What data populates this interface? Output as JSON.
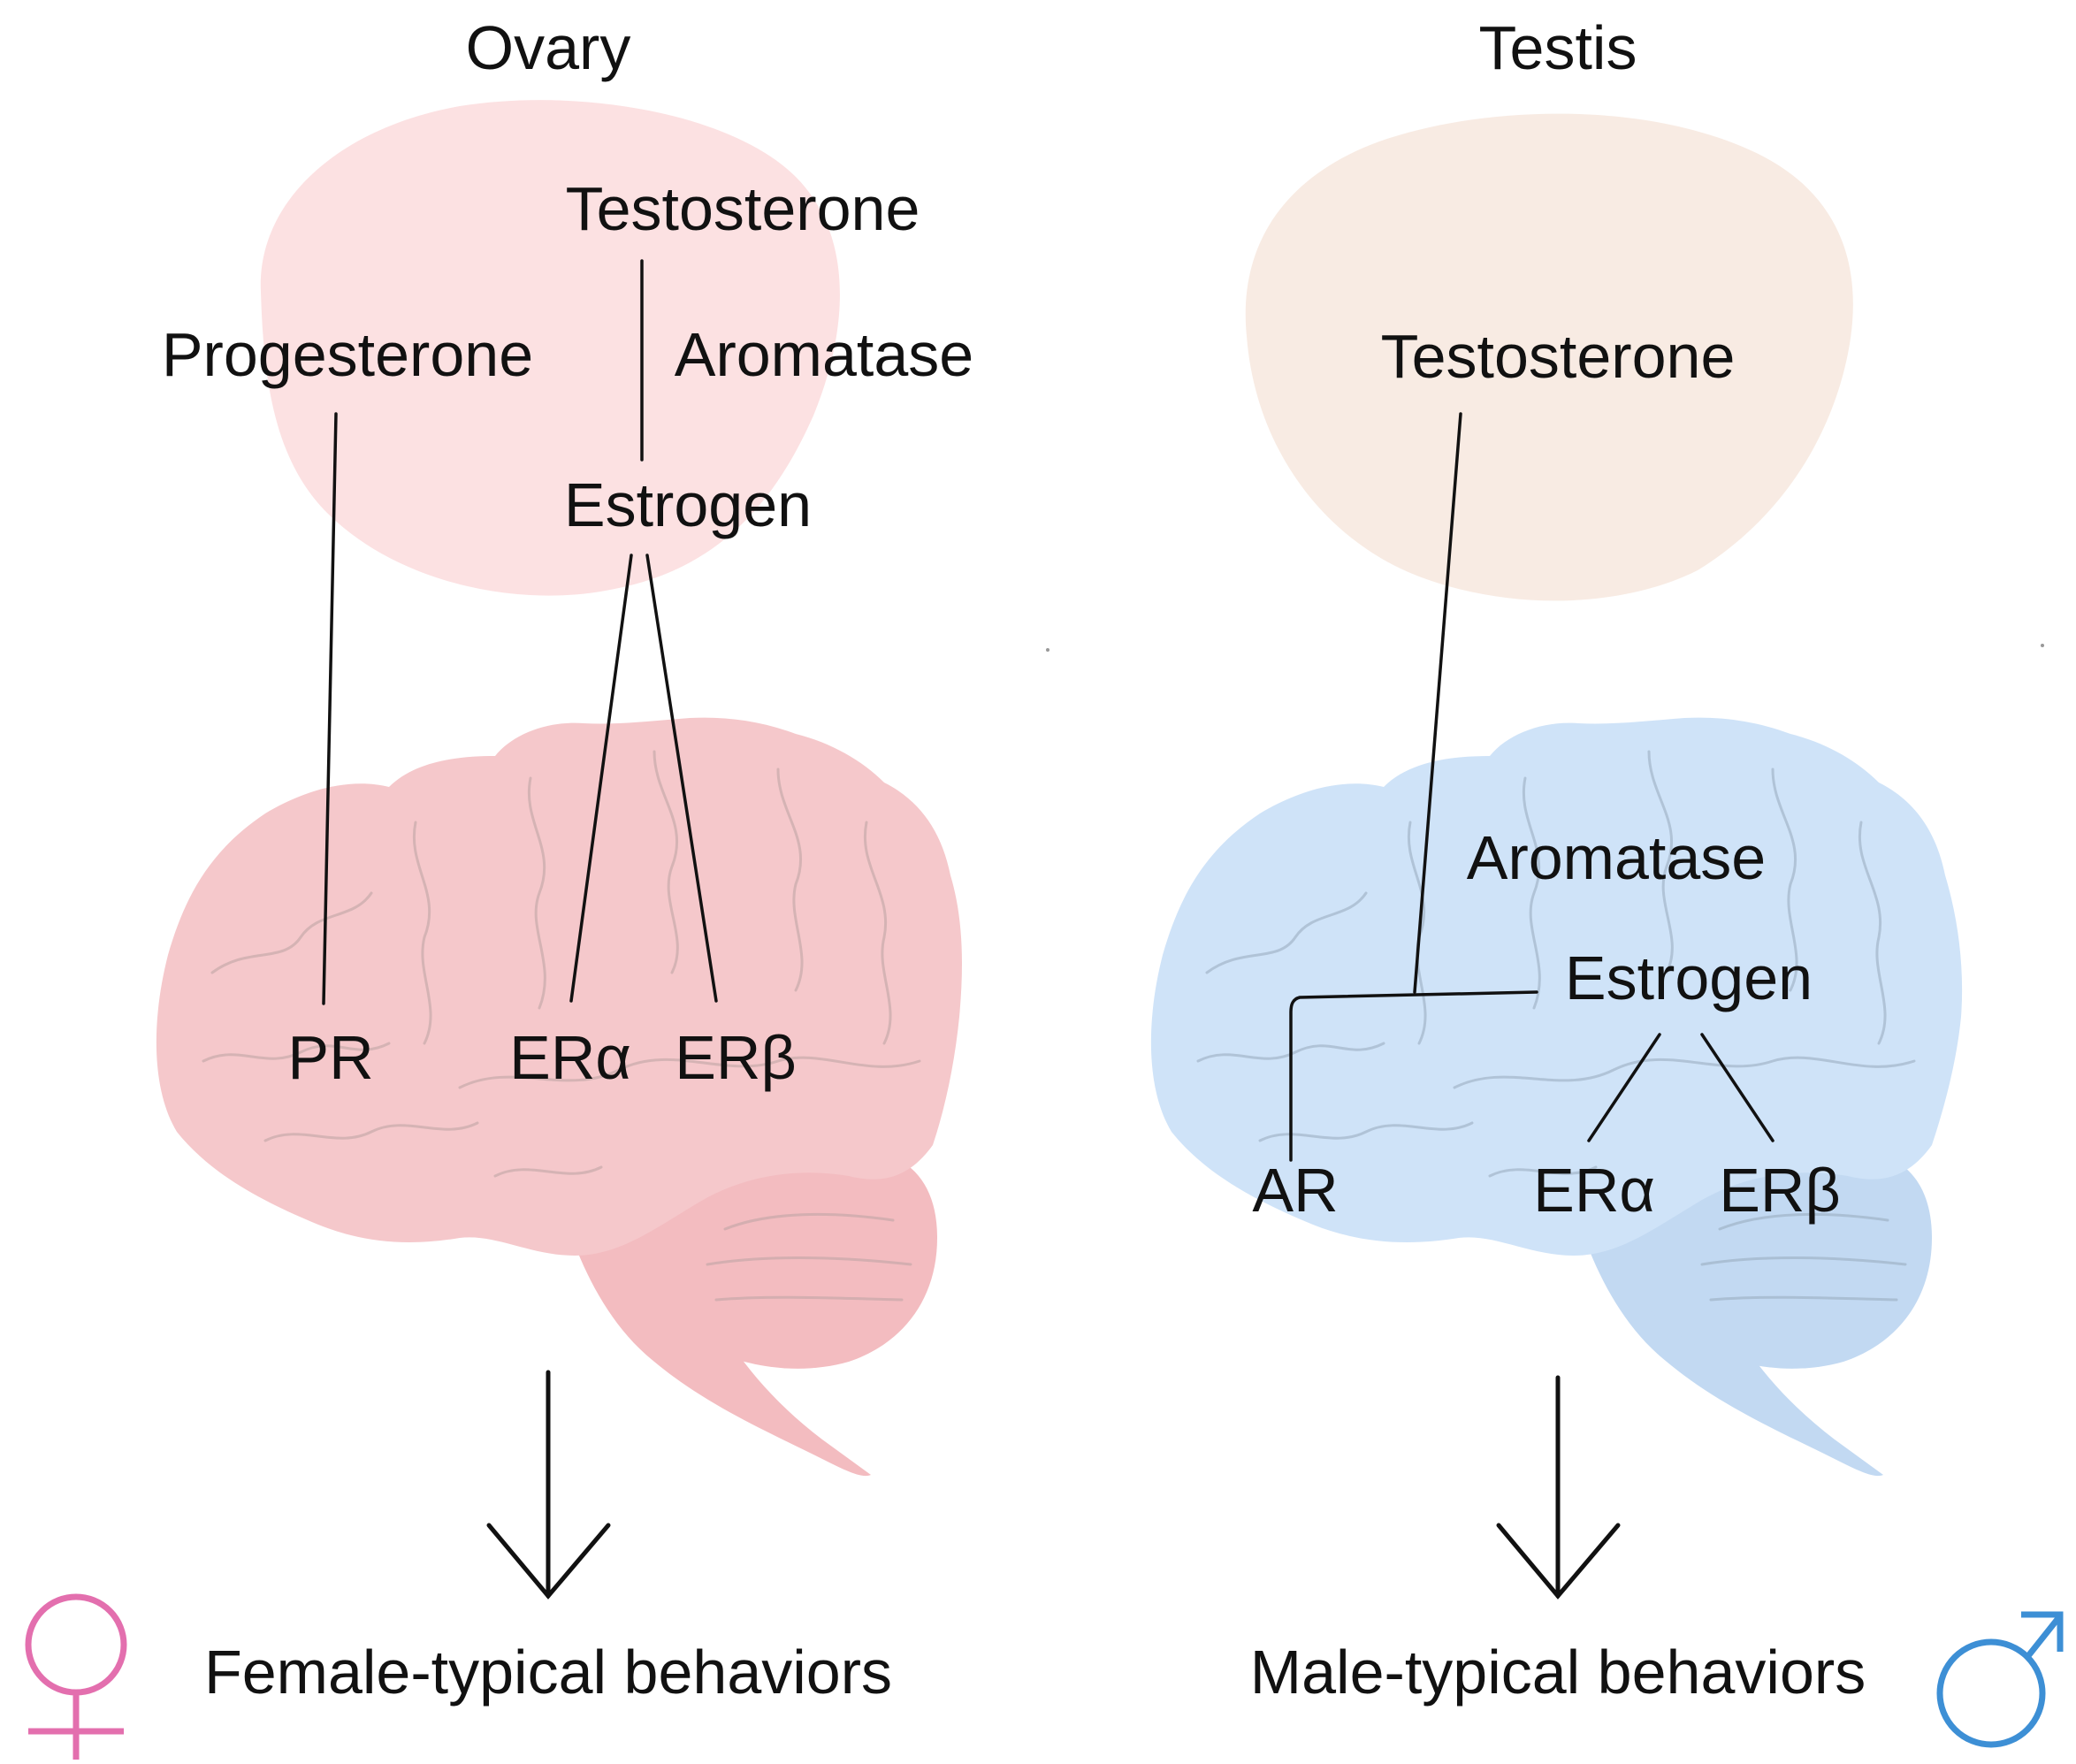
{
  "colors": {
    "ovary_fill": "#fce1e2",
    "testis_fill": "#f8ebe3",
    "female_brain": "#f5c8cb",
    "female_brainstem": "#f3bcc0",
    "male_brain": "#cfe3f8",
    "male_brainstem": "#c2d9f2",
    "female_symbol": "#e36fae",
    "male_symbol": "#3d8fd5",
    "line": "#111111"
  },
  "female": {
    "organ_title": "Ovary",
    "testosterone": "Testosterone",
    "progesterone": "Progesterone",
    "aromatase": "Aromatase",
    "estrogen": "Estrogen",
    "pr": "PR",
    "er_alpha": "ERα",
    "er_beta": "ERβ",
    "outcome": "Female-typical behaviors",
    "symbol": "female-symbol-icon"
  },
  "male": {
    "organ_title": "Testis",
    "testosterone": "Testosterone",
    "aromatase": "Aromatase",
    "estrogen": "Estrogen",
    "ar": "AR",
    "er_alpha": "ERα",
    "er_beta": "ERβ",
    "outcome": "Male-typical behaviors",
    "symbol": "male-symbol-icon"
  }
}
